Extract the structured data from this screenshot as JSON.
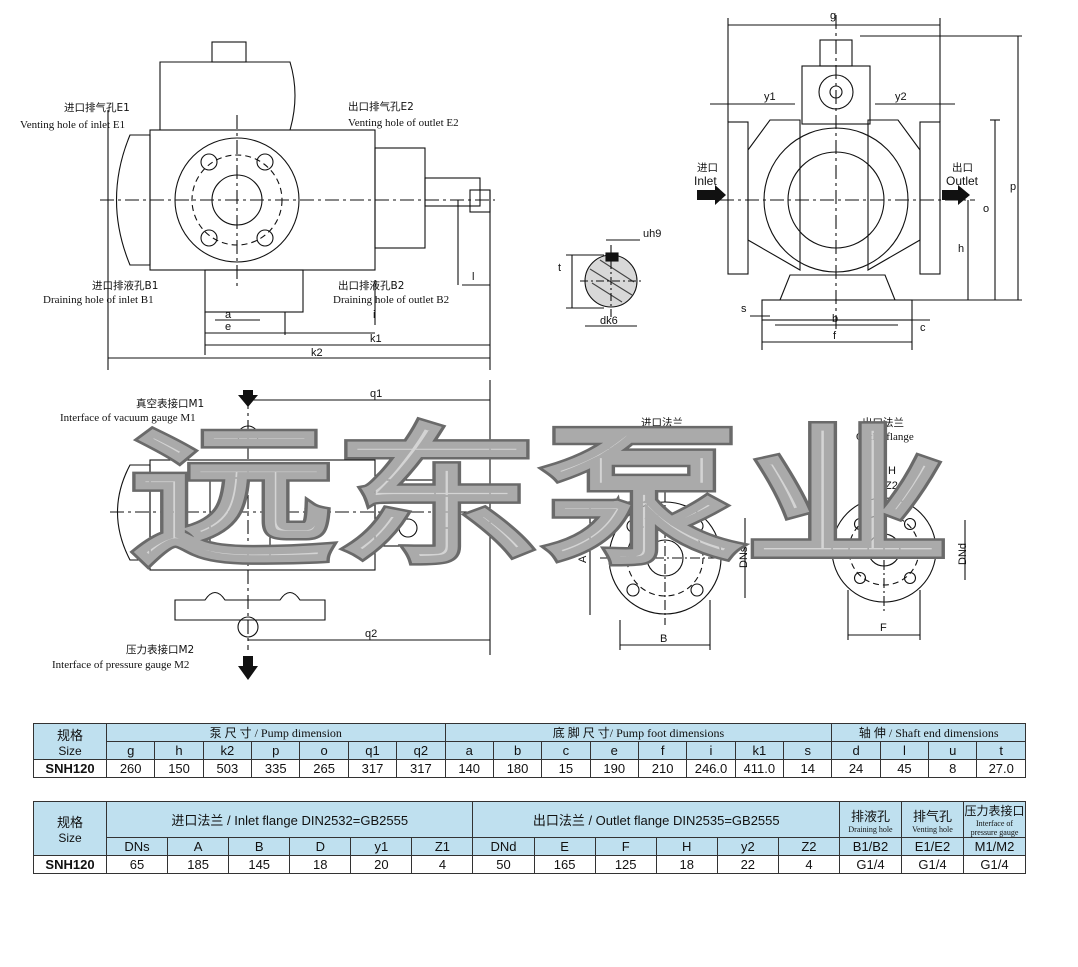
{
  "watermark": "远东泵业",
  "drawing_labels": {
    "vent_inlet_cn": "进口排气孔E1",
    "vent_inlet_en": "Venting hole of inlet E1",
    "vent_outlet_cn": "出口排气孔E2",
    "vent_outlet_en": "Venting hole of outlet E2",
    "drain_inlet_cn": "进口排液孔B1",
    "drain_inlet_en": "Draining hole of inlet B1",
    "drain_outlet_cn": "出口排液孔B2",
    "drain_outlet_en": "Draining hole of outlet B2",
    "vacuum_cn": "真空表接口M1",
    "vacuum_en": "Interface of vacuum gauge M1",
    "pressure_cn": "压力表接口M2",
    "pressure_en": "Interface of pressure gauge M2",
    "inlet_cn": "进口",
    "inlet_en": "Inlet",
    "outlet_cn": "出口",
    "outlet_en": "Outlet",
    "inlet_flange_cn": "进口法兰",
    "inlet_flange_en": "Inlet flange",
    "outlet_flange_cn": "出口法兰",
    "outlet_flange_en": "Outlet flange"
  },
  "dims": {
    "g": "g",
    "y1": "y1",
    "y2": "y2",
    "p": "p",
    "o": "o",
    "h": "h",
    "s": "s",
    "b": "b",
    "f": "f",
    "c": "c",
    "uh9": "uh9",
    "t": "t",
    "dk6": "dk6",
    "a": "a",
    "e": "e",
    "i": "i",
    "k1": "k1",
    "k2": "k2",
    "l": "l",
    "q1": "q1",
    "q2": "q2",
    "Z1": "Z1",
    "Z2": "Z2",
    "DNs": "DNs",
    "DNd": "DNd",
    "A": "A",
    "B": "B",
    "F": "F",
    "H": "H"
  },
  "table1": {
    "size_cn": "规格",
    "size_en": "Size",
    "group_pump": "泵 尺 寸 / Pump dimension",
    "group_foot": "底 脚 尺 寸/ Pump foot dimensions",
    "group_shaft": "轴 伸 / Shaft end dimensions",
    "headers": [
      "g",
      "h",
      "k2",
      "p",
      "o",
      "q1",
      "q2",
      "a",
      "b",
      "c",
      "e",
      "f",
      "i",
      "k1",
      "s",
      "d",
      "l",
      "u",
      "t"
    ],
    "row_label": "SNH120",
    "values": [
      "260",
      "150",
      "503",
      "335",
      "265",
      "317",
      "317",
      "140",
      "180",
      "15",
      "190",
      "210",
      "246.0",
      "411.0",
      "14",
      "24",
      "45",
      "8",
      "27.0"
    ]
  },
  "table2": {
    "size_cn": "规格",
    "size_en": "Size",
    "group_inlet": "进口法兰 / Inlet flange DIN2532=GB2555",
    "group_outlet": "出口法兰 / Outlet flange DIN2535=GB2555",
    "drain_cn": "排液孔",
    "drain_en": "Draining hole",
    "vent_cn": "排气孔",
    "vent_en": "Venting hole",
    "gauge_cn": "压力表接口",
    "gauge_en": "Interface of pressure gauge",
    "headers": [
      "DNs",
      "A",
      "B",
      "D",
      "y1",
      "Z1",
      "DNd",
      "E",
      "F",
      "H",
      "y2",
      "Z2",
      "B1/B2",
      "E1/E2",
      "M1/M2"
    ],
    "row_label": "SNH120",
    "values": [
      "65",
      "185",
      "145",
      "18",
      "20",
      "4",
      "50",
      "165",
      "125",
      "18",
      "22",
      "4",
      "G1/4",
      "G1/4",
      "G1/4"
    ]
  }
}
